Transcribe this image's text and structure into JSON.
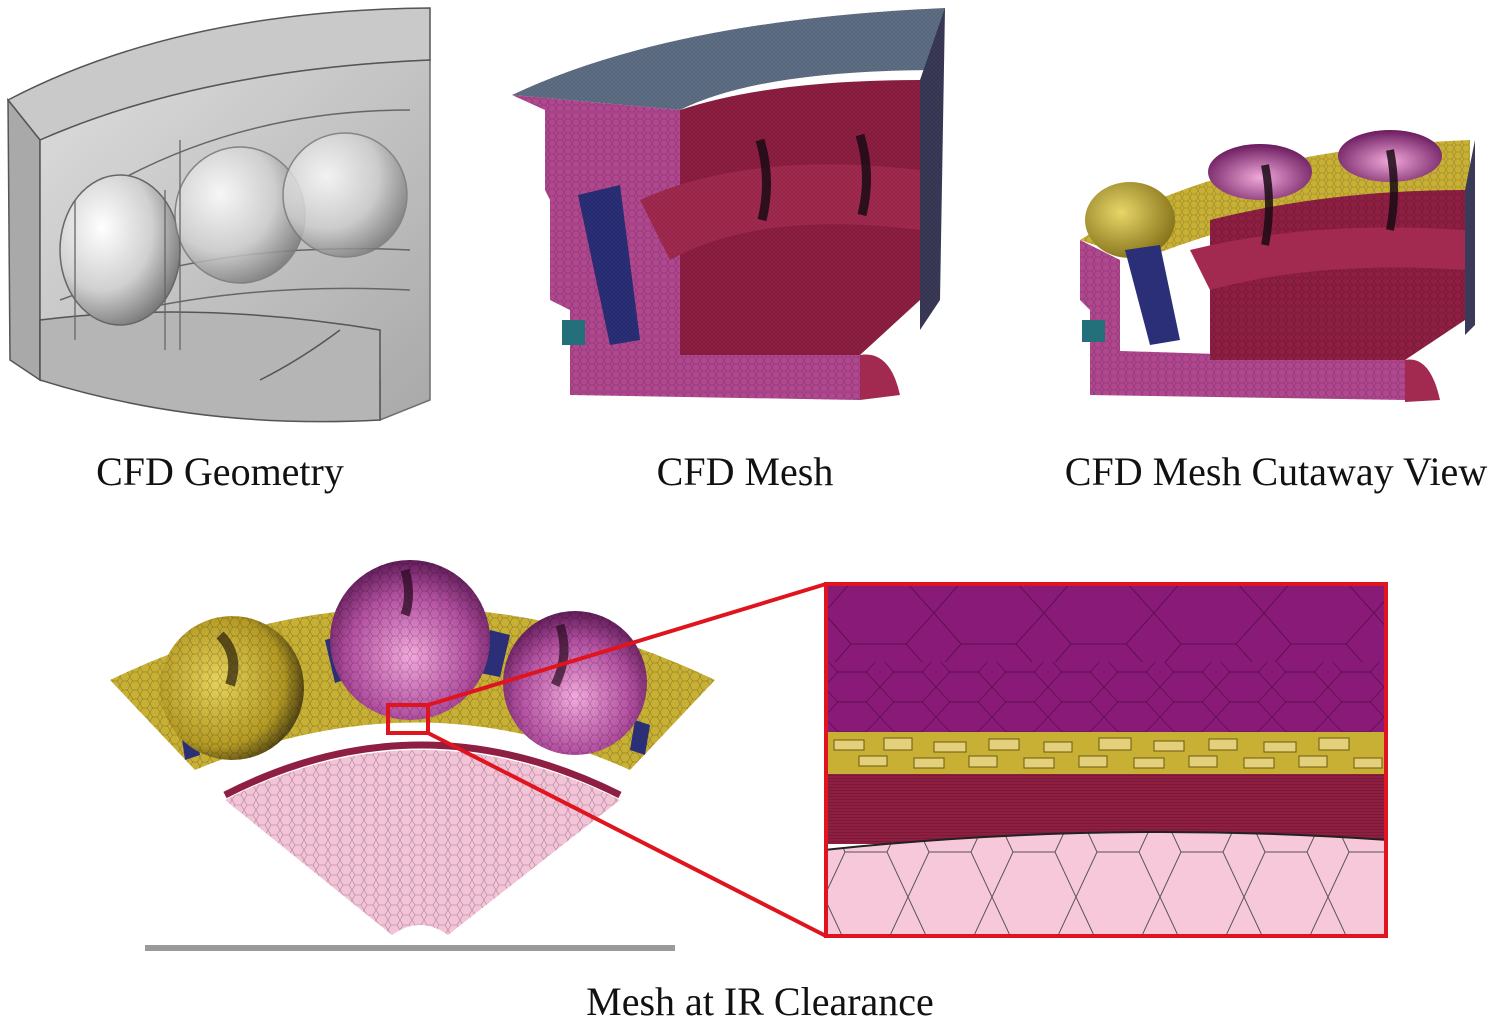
{
  "captions": {
    "geometry": "CFD Geometry",
    "mesh": "CFD Mesh",
    "cutaway": "CFD Mesh Cutaway View",
    "clearance": "Mesh at IR Clearance"
  },
  "colors": {
    "magenta": "#b0478f",
    "crimson": "#8e1f42",
    "slate": "#5f6f86",
    "navy": "#2a2f78",
    "teal": "#23707a",
    "gold": "#c8b035",
    "pink": "#f3c3d8",
    "highlight": "#e0141e",
    "geometry_gray": "#bcbcbc"
  }
}
